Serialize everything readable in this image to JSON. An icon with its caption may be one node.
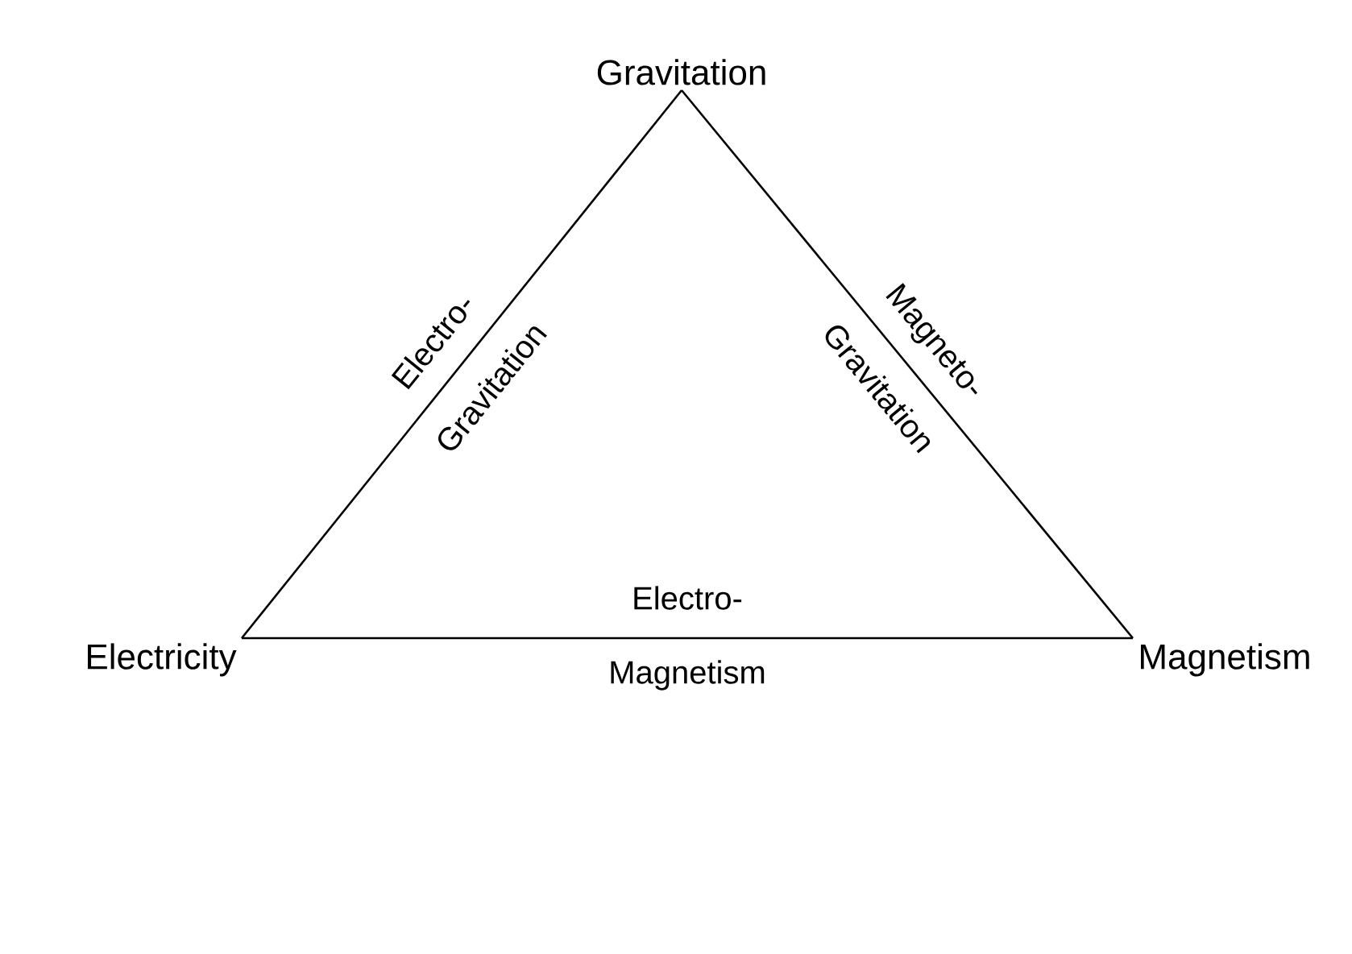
{
  "diagram": {
    "nodes": [
      {
        "text": [
          "Gravitation"
        ]
      },
      {
        "text": [
          "Electricity"
        ]
      },
      {
        "text": [
          "Magnetism"
        ]
      }
    ],
    "edges": [
      {
        "from": 1,
        "to": 0,
        "arrow": "none",
        "label": "Electro- Gravitation"
      },
      {
        "from": 0,
        "to": 2,
        "arrow": "none",
        "label": "Magneto- Gravitation"
      },
      {
        "from": 1,
        "to": 2,
        "arrow": "none",
        "label": "Electro- Magnetism"
      }
    ]
  }
}
